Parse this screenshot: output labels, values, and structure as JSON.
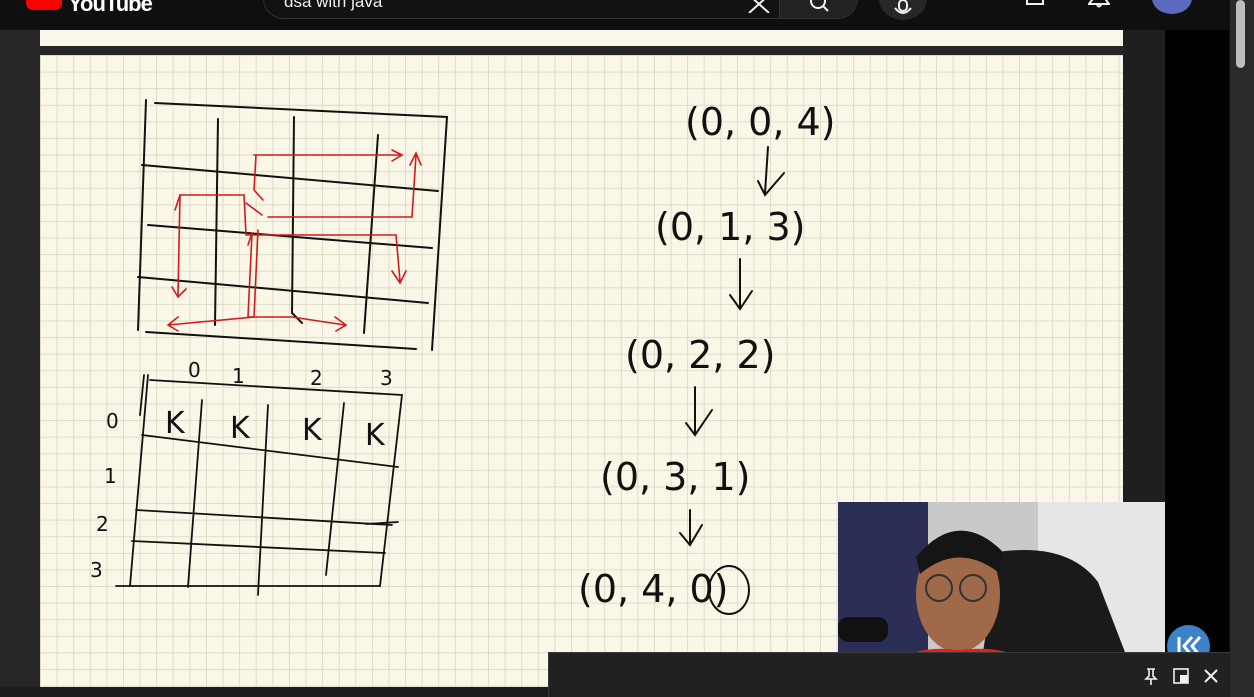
{
  "app": {
    "logo_text": "YouTube",
    "brand_color": "#ff0000",
    "avatar_color": "#5c6bc0"
  },
  "search": {
    "query": "dsa with java"
  },
  "icons": {
    "clear": "close-icon",
    "search": "search-icon",
    "mic": "mic-icon",
    "create": "create-video-icon",
    "notifications": "bell-icon",
    "pin": "pin-icon",
    "expand": "expand-icon",
    "close": "close-icon"
  },
  "whiteboard": {
    "background_color": "#faf7e8",
    "grid_color": "#dcdcc6",
    "ink_color": "#111111",
    "path_ink_color": "#d11a1a",
    "matrix": {
      "col_headers": [
        "0",
        "1",
        "2",
        "3"
      ],
      "row_headers": [
        "0",
        "1",
        "2",
        "3"
      ],
      "row0_cells": [
        "K",
        "K",
        "K",
        "K"
      ]
    },
    "recursion_states": [
      "(0, 0, 4)",
      "(0, 1, 3)",
      "(0, 2, 2)",
      "(0, 3, 1)",
      "(0, 4, 0)"
    ]
  },
  "webcam": {
    "shirt_color": "#d9251d"
  },
  "channel_badge": {
    "color": "#3b82c9"
  }
}
